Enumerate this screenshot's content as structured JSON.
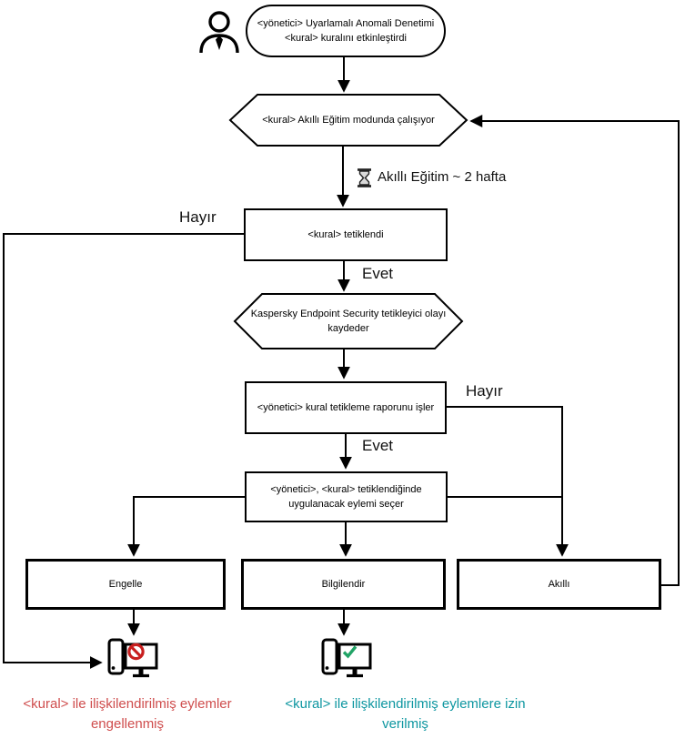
{
  "flow": {
    "start": "<yönetici> Uyarlamalı Anomali Denetimi\n<kural> kuralını etkinleştirdi",
    "training_mode": "<kural> Akıllı Eğitim modunda çalışıyor",
    "training_duration": "Akıllı Eğitim ~ 2 hafta",
    "rule_triggered": "<kural> tetiklendi",
    "log_event": "Kaspersky Endpoint Security tetikleyici olayı\nkaydeder",
    "process_report": "<yönetici> kural tetikleme raporunu işler",
    "choose_action": "<yönetici>, <kural> tetiklendiğinde\nuygulanacak eylemi seçer",
    "actions": {
      "block": "Engelle",
      "inform": "Bilgilendir",
      "smart": "Akıllı"
    }
  },
  "labels": {
    "no_1": "Hayır",
    "yes_1": "Evet",
    "no_2": "Hayır",
    "yes_2": "Evet"
  },
  "outcomes": {
    "blocked": {
      "text": "<kural> ile ilişkilendirilmiş eylemler\nengellenmiş",
      "color": "#cf4d4d"
    },
    "allowed": {
      "text": "<kural> ile ilişkilendirilmiş eylemlere izin\nverilmiş",
      "color": "#0d96a0"
    }
  },
  "icons": {
    "person": "admin-person-icon",
    "hourglass": "hourglass-icon",
    "blocked_computer": "computer-blocked-icon",
    "allowed_computer": "computer-allowed-icon"
  },
  "colors": {
    "line": "#000000",
    "blocked_badge": "#c81e1e",
    "allowed_badge": "#21a366"
  }
}
